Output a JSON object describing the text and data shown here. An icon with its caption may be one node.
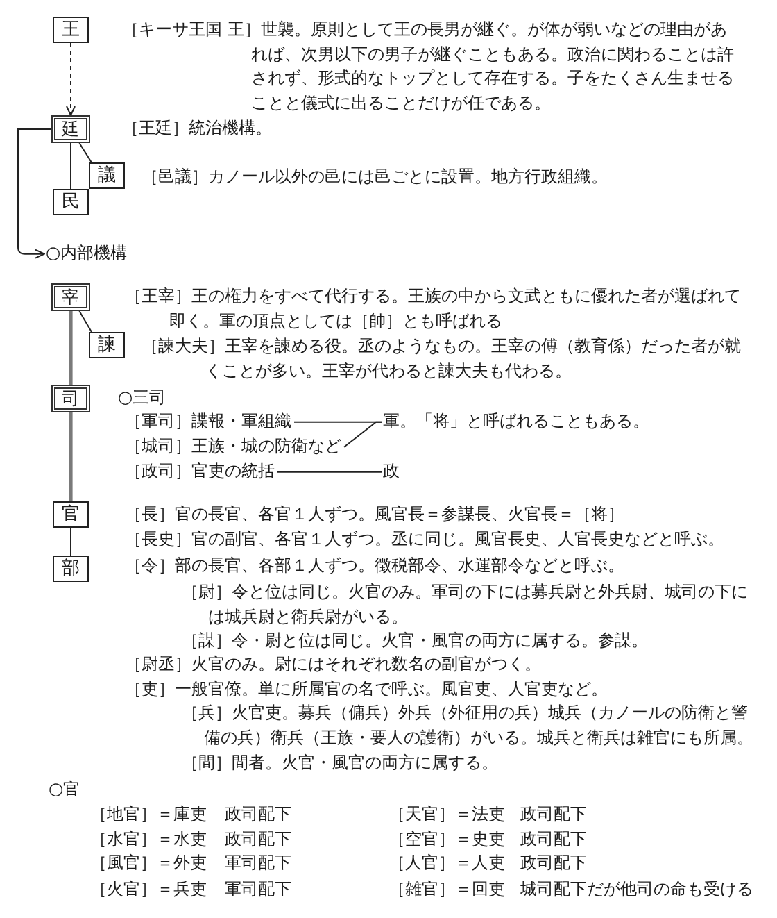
{
  "diagram": {
    "nodes": [
      {
        "text": [
          "王"
        ],
        "beside": [
          "［キーサ王国 王］世襲。原則として王の長男が継ぐ。が体が弱いなどの理由があれば、次男以下の男子が継ぐこともある。政治に関わることは許されず、形式的なトップとして存在する。子をたくさん生ませることと儀式に出ることだけが任である。"
        ]
      },
      {
        "text": [
          "廷"
        ],
        "beside": [
          "［王廷］統治機構。"
        ]
      },
      {
        "text": [
          "議"
        ],
        "beside": [
          "［邑議］カノール以外の邑には邑ごとに設置。地方行政組織。"
        ]
      },
      {
        "text": [
          "民"
        ]
      },
      {
        "text": [
          "○内部機構"
        ]
      },
      {
        "text": [
          "宰"
        ]
      },
      {
        "text": [
          "諫"
        ],
        "beside": [
          "［諫大夫］王宰を諫める役。丞のようなもの。王宰の傅（教育係）だった者が就くことが多い。王宰が代わると諫大夫も代わる。"
        ]
      },
      {
        "text": [
          "司"
        ]
      },
      {
        "text": [
          "［軍司］諜報・軍組織"
        ]
      },
      {
        "text": [
          "軍。「将」と呼ばれることもある。"
        ]
      },
      {
        "text": [
          "［城司］王族・城の防衛など"
        ]
      },
      {
        "text": [
          "［政司］官吏の統括"
        ]
      },
      {
        "text": [
          "政"
        ]
      },
      {
        "text": [
          "官"
        ],
        "beside": [
          "［長］官の長官、各官１人ずつ。風官長＝参謀長、火官長＝［将］",
          "［長史］官の副官、各官１人ずつ。丞に同じ。風官長史、人官長史などと呼ぶ。"
        ]
      },
      {
        "text": [
          "部"
        ],
        "beside": [
          "［令］部の長官、各部１人ずつ。徴税部令、水運部令などと呼ぶ。"
        ]
      }
    ],
    "edges": [
      {
        "from": 0,
        "to": 1,
        "arrow": "to",
        "style": "dashed"
      },
      {
        "from": 1,
        "to": 2,
        "arrow": "none"
      },
      {
        "from": 1,
        "to": 3,
        "arrow": "none"
      },
      {
        "from": 1,
        "to": 4,
        "arrow": "to"
      },
      {
        "from": 5,
        "to": 6,
        "arrow": "none"
      },
      {
        "from": 5,
        "to": 7,
        "arrow": "none",
        "style": "thick",
        "color": "#7a7a7a"
      },
      {
        "from": 7,
        "to": 13,
        "arrow": "none",
        "style": "thick",
        "color": "#7a7a7a"
      },
      {
        "from": 8,
        "to": 9,
        "arrow": "none"
      },
      {
        "from": 10,
        "to": 9,
        "arrow": "none"
      },
      {
        "from": 11,
        "to": 12,
        "arrow": "none"
      },
      {
        "from": 13,
        "to": 14,
        "arrow": "none"
      }
    ],
    "labels": [
      "［王宰］王の権力をすべて代行する。王族の中から文武ともに優れた者が選ばれて即く。軍の頂点としては［帥］とも呼ばれる",
      "○三司",
      "［尉］令と位は同じ。火官のみ。軍司の下には募兵尉と外兵尉、城司の下には城兵尉と衛兵尉がいる。",
      "［謀］令・尉と位は同じ。火官・風官の両方に属する。参謀。",
      "［尉丞］火官のみ。尉にはそれぞれ数名の副官がつく。",
      "［吏］一般官僚。単に所属官の名で呼ぶ。風官吏、人官吏など。",
      "［兵］火官吏。募兵（傭兵）外兵（外征用の兵）城兵（カノールの防衛と警備の兵）衛兵（王族・要人の護衛）がいる。城兵と衛兵は雑官にも所属。",
      "［間］間者。火官・風官の両方に属する。",
      "○官",
      "［地官］＝庫吏",
      "政司配下",
      "［天官］＝法吏",
      "政司配下",
      "［水官］＝水吏",
      "政司配下",
      "［空官］＝史吏",
      "政司配下",
      "［風官］＝外吏",
      "軍司配下",
      "［人官］＝人吏",
      "政司配下",
      "［火官］＝兵吏",
      "軍司配下",
      "［雑官］＝回吏",
      "城司配下だが他司の命も受ける"
    ]
  }
}
